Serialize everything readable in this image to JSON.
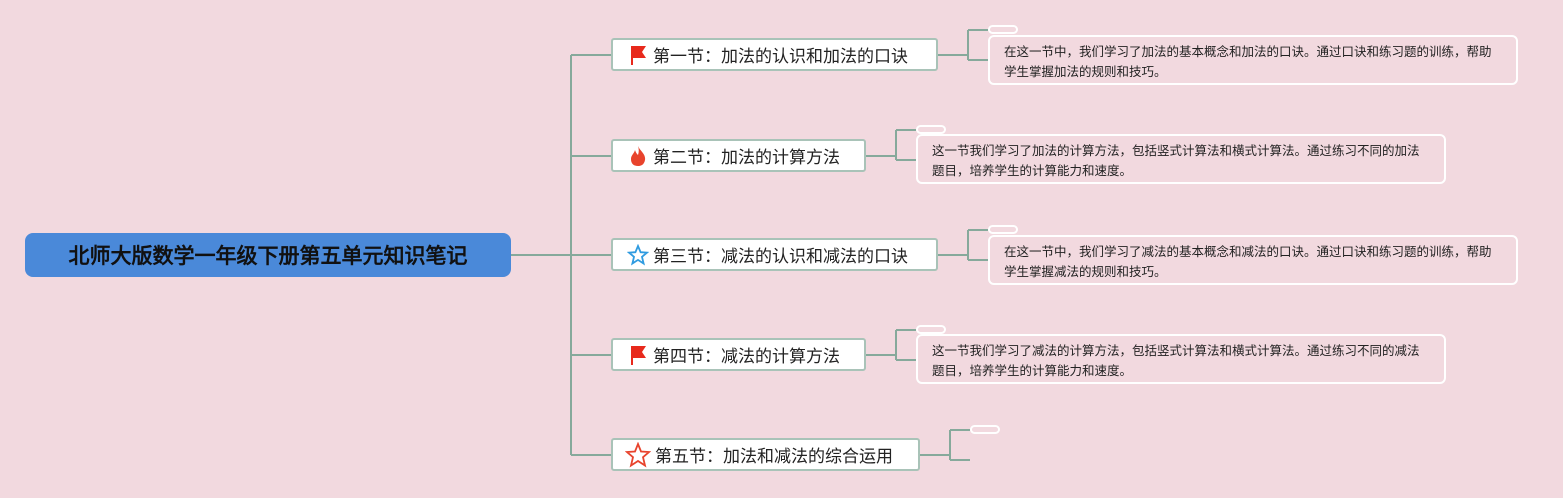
{
  "root": {
    "title": "北师大版数学一年级下册第五单元知识笔记",
    "color": "#4a89d9"
  },
  "sections": [
    {
      "icon": "red-flag-icon",
      "label": "第一节：加法的认识和加法的口诀",
      "note": "在这一节中，我们学习了加法的基本概念和加法的口诀。通过口诀和练习题的训练，帮助学生掌握加法的规则和技巧。"
    },
    {
      "icon": "fire-icon",
      "label": "第二节：加法的计算方法",
      "note": "这一节我们学习了加法的计算方法，包括竖式计算法和横式计算法。通过练习不同的加法题目，培养学生的计算能力和速度。"
    },
    {
      "icon": "blue-star-icon",
      "label": "第三节：减法的认识和减法的口诀",
      "note": "在这一节中，我们学习了减法的基本概念和减法的口诀。通过口诀和练习题的训练，帮助学生掌握减法的规则和技巧。"
    },
    {
      "icon": "red-flag-icon",
      "label": "第四节：减法的计算方法",
      "note": "这一节我们学习了减法的计算方法，包括竖式计算法和横式计算法。通过练习不同的减法题目，培养学生的计算能力和速度。"
    },
    {
      "icon": "red-star-icon",
      "label": "第五节：加法和减法的综合运用"
    }
  ]
}
